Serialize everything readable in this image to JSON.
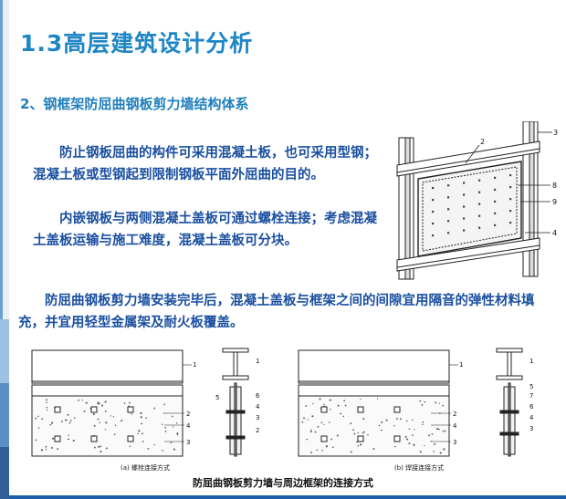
{
  "slide": {
    "title": "1.3高层建筑设计分析",
    "subtitle": "2、钢框架防屈曲钢板剪力墙结构体系",
    "paragraphs": [
      "防止钢板屈曲的构件可采用混凝土板，也可采用型钢；混凝土板或型钢起到限制钢板平面外屈曲的目的。",
      "内嵌钢板与两侧混凝土盖板可通过螺栓连接；考虑混凝土盖板运输与施工难度，混凝土盖板可分块。",
      "防屈曲钢板剪力墙安装完毕后，混凝土盖板与框架之间的间隙宜用隔音的弹性材料填充，并宜用轻型金属架及耐火板覆盖。"
    ],
    "caption": "防屈曲钢板剪力墙与周边框架的连接方式"
  },
  "frame_figure": {
    "labels": [
      "2",
      "3",
      "8",
      "9",
      "4"
    ]
  },
  "detail_a": {
    "caption": "(a) 螺栓连接方式",
    "elevation_labels": [
      "1",
      "2",
      "4",
      "3"
    ],
    "section_labels": [
      "1",
      "5",
      "6",
      "4",
      "3",
      "2"
    ]
  },
  "detail_b": {
    "caption": "(b) 焊接连接方式",
    "elevation_labels": [
      "1",
      "2",
      "4",
      "3"
    ],
    "section_labels": [
      "1",
      "5",
      "7",
      "6",
      "4",
      "3"
    ]
  },
  "colors": {
    "title": "#1f86c6",
    "body_text": "#1a4fa0",
    "accent_bar": "#1a5fa8",
    "drawing_line": "#222222"
  }
}
